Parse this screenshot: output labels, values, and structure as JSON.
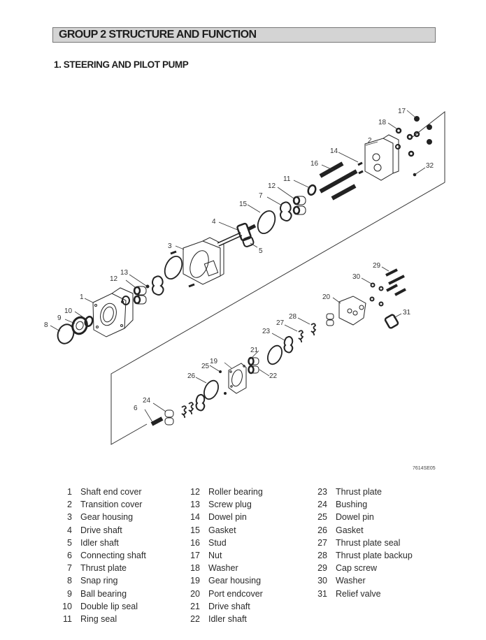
{
  "header": {
    "group_title": "GROUP  2  STRUCTURE AND FUNCTION"
  },
  "section": {
    "title": "1. STEERING AND PILOT PUMP"
  },
  "figure": {
    "code": "7614SE05",
    "callouts": [
      "1",
      "2",
      "3",
      "4",
      "5",
      "6",
      "7",
      "8",
      "9",
      "10",
      "11",
      "12",
      "12",
      "13",
      "13",
      "14",
      "15",
      "16",
      "17",
      "18",
      "19",
      "20",
      "21",
      "22",
      "23",
      "24",
      "25",
      "26",
      "27",
      "28",
      "29",
      "30",
      "31",
      "32"
    ]
  },
  "parts_legend": {
    "columns": [
      [
        {
          "num": "1",
          "name": "Shaft end cover"
        },
        {
          "num": "2",
          "name": "Transition cover"
        },
        {
          "num": "3",
          "name": "Gear housing"
        },
        {
          "num": "4",
          "name": "Drive shaft"
        },
        {
          "num": "5",
          "name": "Idler shaft"
        },
        {
          "num": "6",
          "name": "Connecting shaft"
        },
        {
          "num": "7",
          "name": "Thrust plate"
        },
        {
          "num": "8",
          "name": "Snap ring"
        },
        {
          "num": "9",
          "name": "Ball bearing"
        },
        {
          "num": "10",
          "name": "Double lip seal"
        },
        {
          "num": "11",
          "name": "Ring seal"
        }
      ],
      [
        {
          "num": "12",
          "name": "Roller bearing"
        },
        {
          "num": "13",
          "name": "Screw plug"
        },
        {
          "num": "14",
          "name": "Dowel pin"
        },
        {
          "num": "15",
          "name": "Gasket"
        },
        {
          "num": "16",
          "name": "Stud"
        },
        {
          "num": "17",
          "name": "Nut"
        },
        {
          "num": "18",
          "name": "Washer"
        },
        {
          "num": "19",
          "name": "Gear housing"
        },
        {
          "num": "20",
          "name": "Port endcover"
        },
        {
          "num": "21",
          "name": "Drive shaft"
        },
        {
          "num": "22",
          "name": "Idler shaft"
        }
      ],
      [
        {
          "num": "23",
          "name": "Thrust plate"
        },
        {
          "num": "24",
          "name": "Bushing"
        },
        {
          "num": "25",
          "name": "Dowel pin"
        },
        {
          "num": "26",
          "name": "Gasket"
        },
        {
          "num": "27",
          "name": "Thrust plate seal"
        },
        {
          "num": "28",
          "name": "Thrust plate backup"
        },
        {
          "num": "29",
          "name": "Cap screw"
        },
        {
          "num": "30",
          "name": "Washer"
        },
        {
          "num": "31",
          "name": "Relief valve"
        }
      ]
    ]
  }
}
